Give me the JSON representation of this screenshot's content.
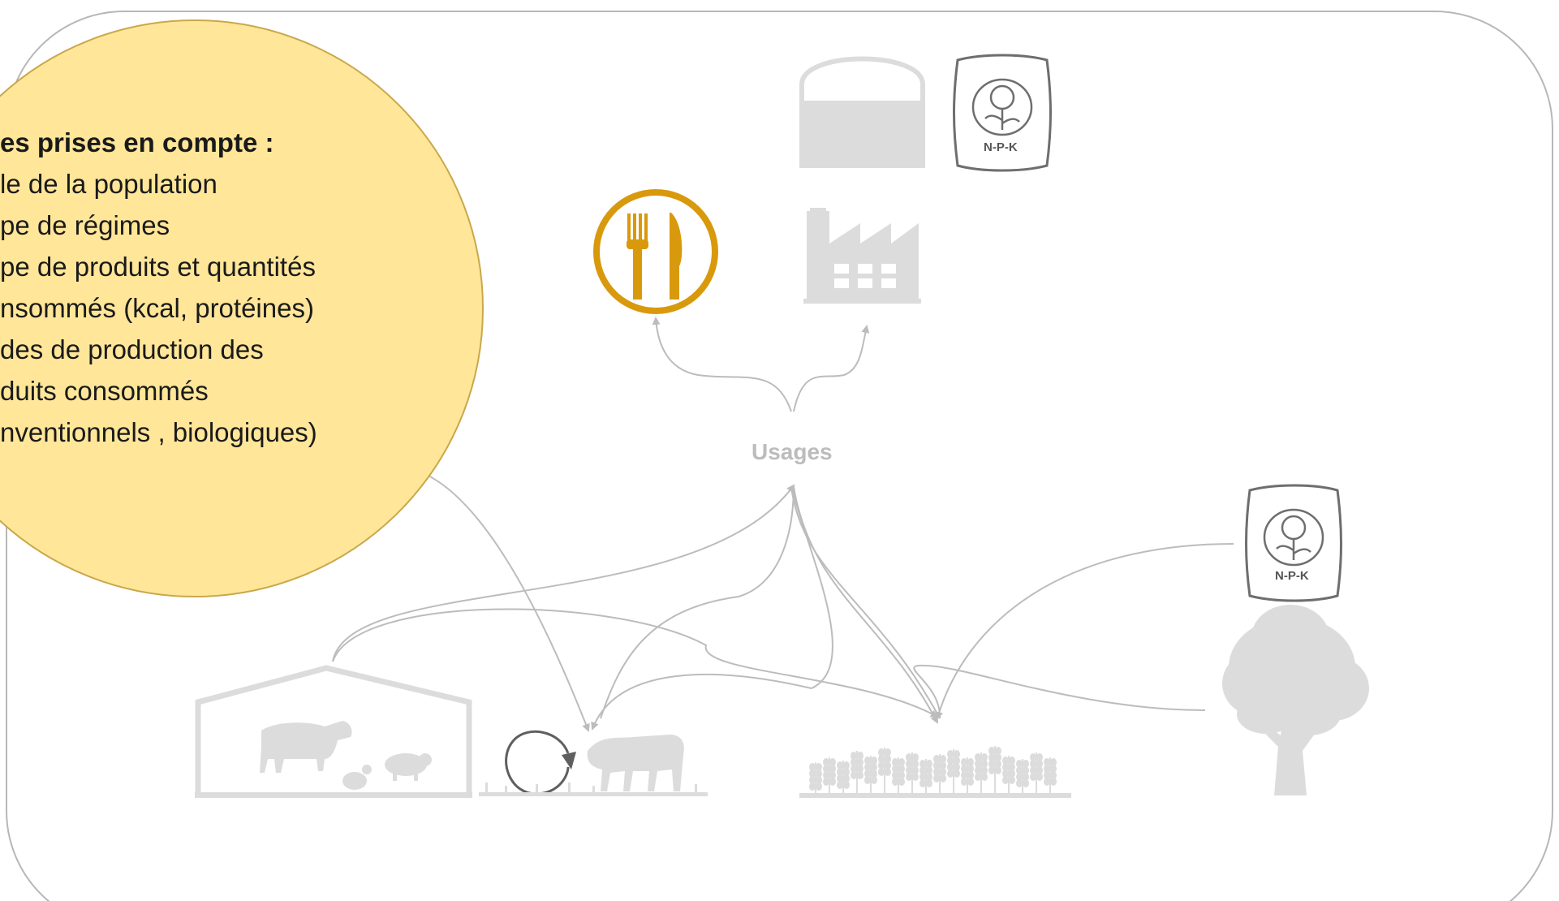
{
  "info_bubble": {
    "title": "es prises en compte :",
    "lines": [
      "le de la population",
      "pe de régimes",
      "pe de produits et quantités",
      "nsommés (kcal, protéines)",
      "des de production des",
      "duits consommés",
      "nventionnels , biologiques)"
    ]
  },
  "center_label": "Usages",
  "fertilizer_label": "N-P-K",
  "colors": {
    "bubble_fill": "#ffe699",
    "bubble_stroke": "#c9a84a",
    "accent_icon": "#d9990c",
    "inactive_icon": "#dcdcdc",
    "arrow": "#bcbcbc",
    "frame": "#b7b7b7"
  },
  "icons": [
    "food-plate-icon",
    "silo-icon",
    "fertilizer-bag-icon",
    "factory-icon",
    "livestock-barn-icon",
    "grazing-cow-icon",
    "cycle-arrow-icon",
    "crops-field-icon",
    "tree-icon"
  ]
}
